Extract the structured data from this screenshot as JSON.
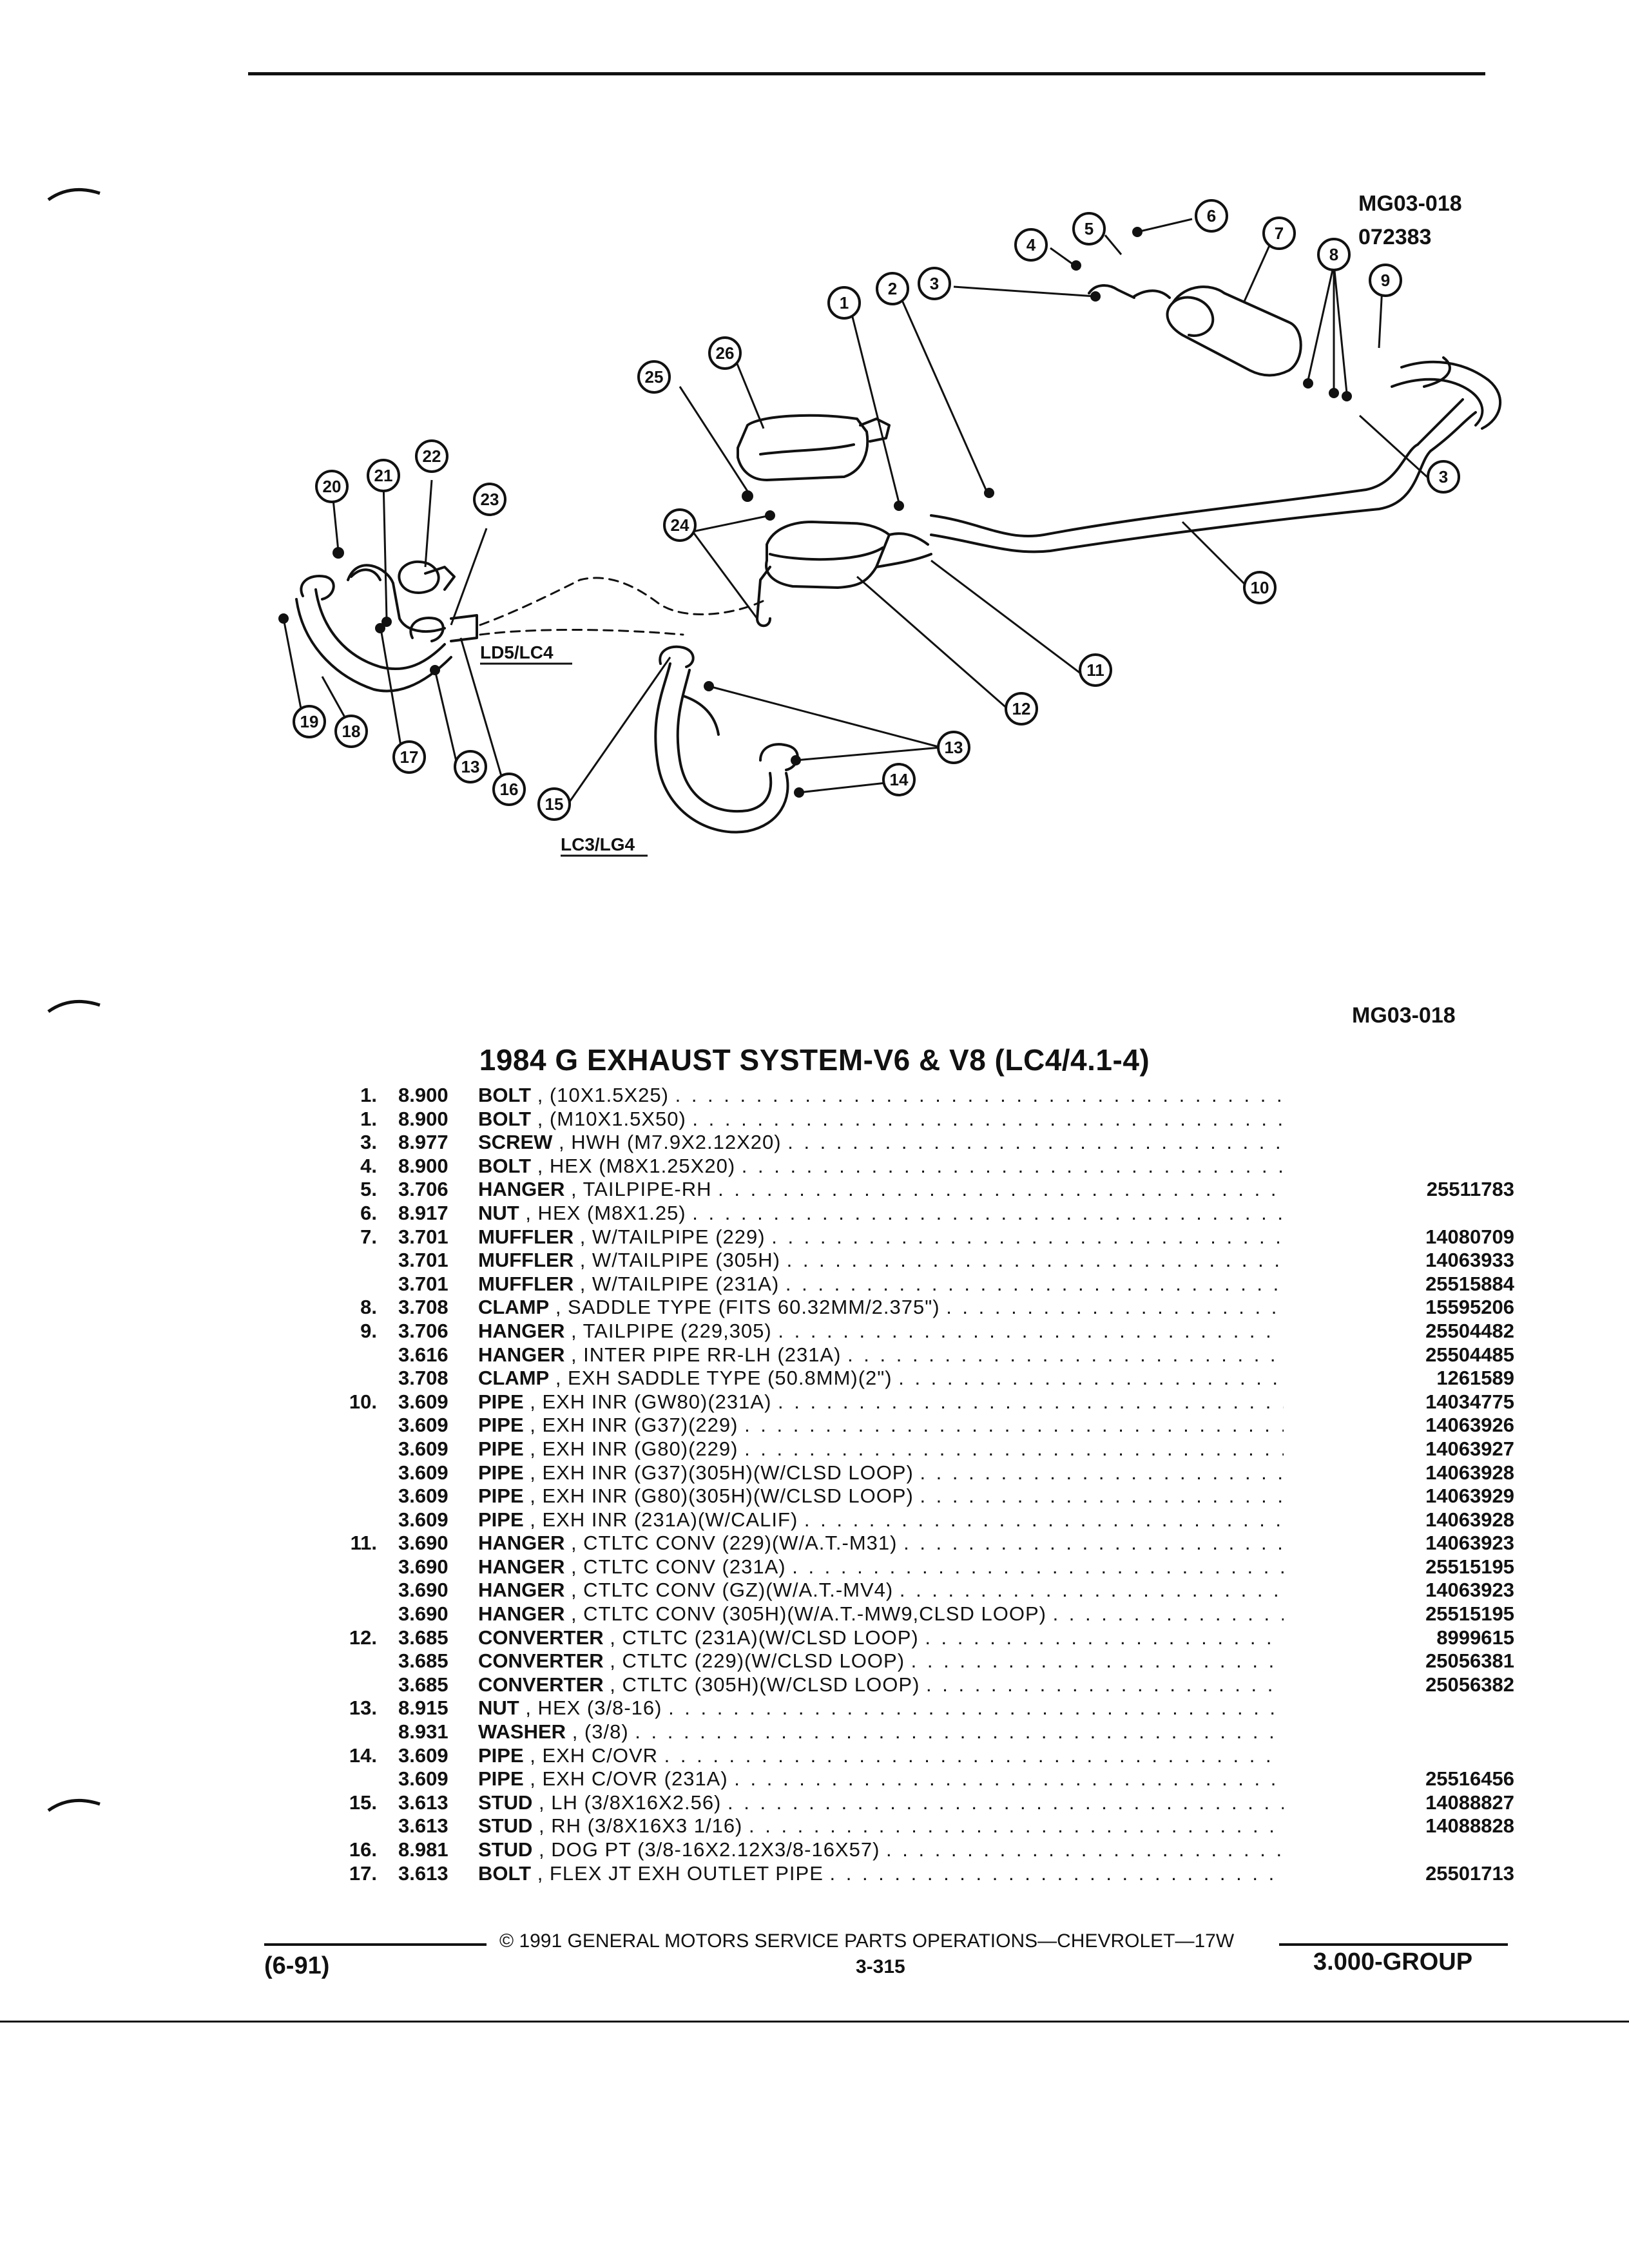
{
  "page": {
    "figure_code_top": "MG03-018",
    "figure_date": "072383",
    "figure_code_bottom": "MG03-018",
    "title": "1984 G EXHAUST SYSTEM-V6 & V8 (LC4/4.1-4)"
  },
  "diagram": {
    "engine_label_1": "LD5/LC4",
    "engine_label_2": "LC3/LG4",
    "callouts": [
      "1",
      "2",
      "3",
      "3",
      "4",
      "5",
      "6",
      "7",
      "8",
      "9",
      "10",
      "11",
      "12",
      "13",
      "13",
      "14",
      "15",
      "16",
      "17",
      "18",
      "19",
      "20",
      "21",
      "22",
      "23",
      "24",
      "25",
      "26"
    ]
  },
  "parts": [
    {
      "num": "1.",
      "group": "8.900",
      "name": "BOLT",
      "desc": "(10X1.5X25)",
      "part": ""
    },
    {
      "num": "1.",
      "group": "8.900",
      "name": "BOLT",
      "desc": "(M10X1.5X50)",
      "part": ""
    },
    {
      "num": "3.",
      "group": "8.977",
      "name": "SCREW",
      "desc": "HWH (M7.9X2.12X20)",
      "part": ""
    },
    {
      "num": "4.",
      "group": "8.900",
      "name": "BOLT",
      "desc": "HEX (M8X1.25X20)",
      "part": ""
    },
    {
      "num": "5.",
      "group": "3.706",
      "name": "HANGER",
      "desc": "TAILPIPE-RH",
      "part": "25511783"
    },
    {
      "num": "6.",
      "group": "8.917",
      "name": "NUT",
      "desc": "HEX (M8X1.25)",
      "part": ""
    },
    {
      "num": "7.",
      "group": "3.701",
      "name": "MUFFLER",
      "desc": "W/TAILPIPE (229)",
      "part": "14080709"
    },
    {
      "num": "",
      "group": "3.701",
      "name": "MUFFLER",
      "desc": "W/TAILPIPE (305H)",
      "part": "14063933"
    },
    {
      "num": "",
      "group": "3.701",
      "name": "MUFFLER",
      "desc": "W/TAILPIPE (231A)",
      "part": "25515884"
    },
    {
      "num": "8.",
      "group": "3.708",
      "name": "CLAMP",
      "desc": "SADDLE TYPE (FITS 60.32MM/2.375\")",
      "part": "15595206"
    },
    {
      "num": "9.",
      "group": "3.706",
      "name": "HANGER",
      "desc": "TAILPIPE (229,305)",
      "part": "25504482"
    },
    {
      "num": "",
      "group": "3.616",
      "name": "HANGER",
      "desc": "INTER PIPE RR-LH (231A)",
      "part": "25504485"
    },
    {
      "num": "",
      "group": "3.708",
      "name": "CLAMP",
      "desc": "EXH SADDLE TYPE (50.8MM)(2\")",
      "part": "1261589"
    },
    {
      "num": "10.",
      "group": "3.609",
      "name": "PIPE",
      "desc": "EXH INR (GW80)(231A)",
      "part": "14034775"
    },
    {
      "num": "",
      "group": "3.609",
      "name": "PIPE",
      "desc": "EXH INR (G37)(229)",
      "part": "14063926"
    },
    {
      "num": "",
      "group": "3.609",
      "name": "PIPE",
      "desc": "EXH INR (G80)(229)",
      "part": "14063927"
    },
    {
      "num": "",
      "group": "3.609",
      "name": "PIPE",
      "desc": "EXH INR (G37)(305H)(W/CLSD LOOP)",
      "part": "14063928"
    },
    {
      "num": "",
      "group": "3.609",
      "name": "PIPE",
      "desc": "EXH INR (G80)(305H)(W/CLSD LOOP)",
      "part": "14063929"
    },
    {
      "num": "",
      "group": "3.609",
      "name": "PIPE",
      "desc": "EXH INR (231A)(W/CALIF)",
      "part": "14063928"
    },
    {
      "num": "11.",
      "group": "3.690",
      "name": "HANGER",
      "desc": "CTLTC CONV (229)(W/A.T.-M31)",
      "part": "14063923"
    },
    {
      "num": "",
      "group": "3.690",
      "name": "HANGER",
      "desc": "CTLTC CONV (231A)",
      "part": "25515195"
    },
    {
      "num": "",
      "group": "3.690",
      "name": "HANGER",
      "desc": "CTLTC CONV (GZ)(W/A.T.-MV4)",
      "part": "14063923"
    },
    {
      "num": "",
      "group": "3.690",
      "name": "HANGER",
      "desc": "CTLTC CONV (305H)(W/A.T.-MW9,CLSD LOOP)",
      "part": "25515195"
    },
    {
      "num": "12.",
      "group": "3.685",
      "name": "CONVERTER",
      "desc": "CTLTC (231A)(W/CLSD LOOP)",
      "part": "8999615"
    },
    {
      "num": "",
      "group": "3.685",
      "name": "CONVERTER",
      "desc": "CTLTC (229)(W/CLSD LOOP)",
      "part": "25056381"
    },
    {
      "num": "",
      "group": "3.685",
      "name": "CONVERTER",
      "desc": "CTLTC (305H)(W/CLSD LOOP)",
      "part": "25056382"
    },
    {
      "num": "13.",
      "group": "8.915",
      "name": "NUT",
      "desc": "HEX (3/8-16)",
      "part": ""
    },
    {
      "num": "",
      "group": "8.931",
      "name": "WASHER",
      "desc": "(3/8)",
      "part": ""
    },
    {
      "num": "14.",
      "group": "3.609",
      "name": "PIPE",
      "desc": "EXH C/OVR",
      "part": ""
    },
    {
      "num": "",
      "group": "3.609",
      "name": "PIPE",
      "desc": "EXH C/OVR (231A)",
      "part": "25516456"
    },
    {
      "num": "15.",
      "group": "3.613",
      "name": "STUD",
      "desc": "LH (3/8X16X2.56)",
      "part": "14088827"
    },
    {
      "num": "",
      "group": "3.613",
      "name": "STUD",
      "desc": "RH (3/8X16X3 1/16)",
      "part": "14088828"
    },
    {
      "num": "16.",
      "group": "8.981",
      "name": "STUD",
      "desc": "DOG PT (3/8-16X2.12X3/8-16X57)",
      "part": ""
    },
    {
      "num": "17.",
      "group": "3.613",
      "name": "BOLT",
      "desc": "FLEX JT EXH OUTLET PIPE",
      "part": "25501713"
    }
  ],
  "footer": {
    "copyright": "© 1991 GENERAL MOTORS SERVICE PARTS OPERATIONS—CHEVROLET—17W",
    "date_code": "(6-91)",
    "page_number": "3-315",
    "group": "3.000-GROUP"
  }
}
